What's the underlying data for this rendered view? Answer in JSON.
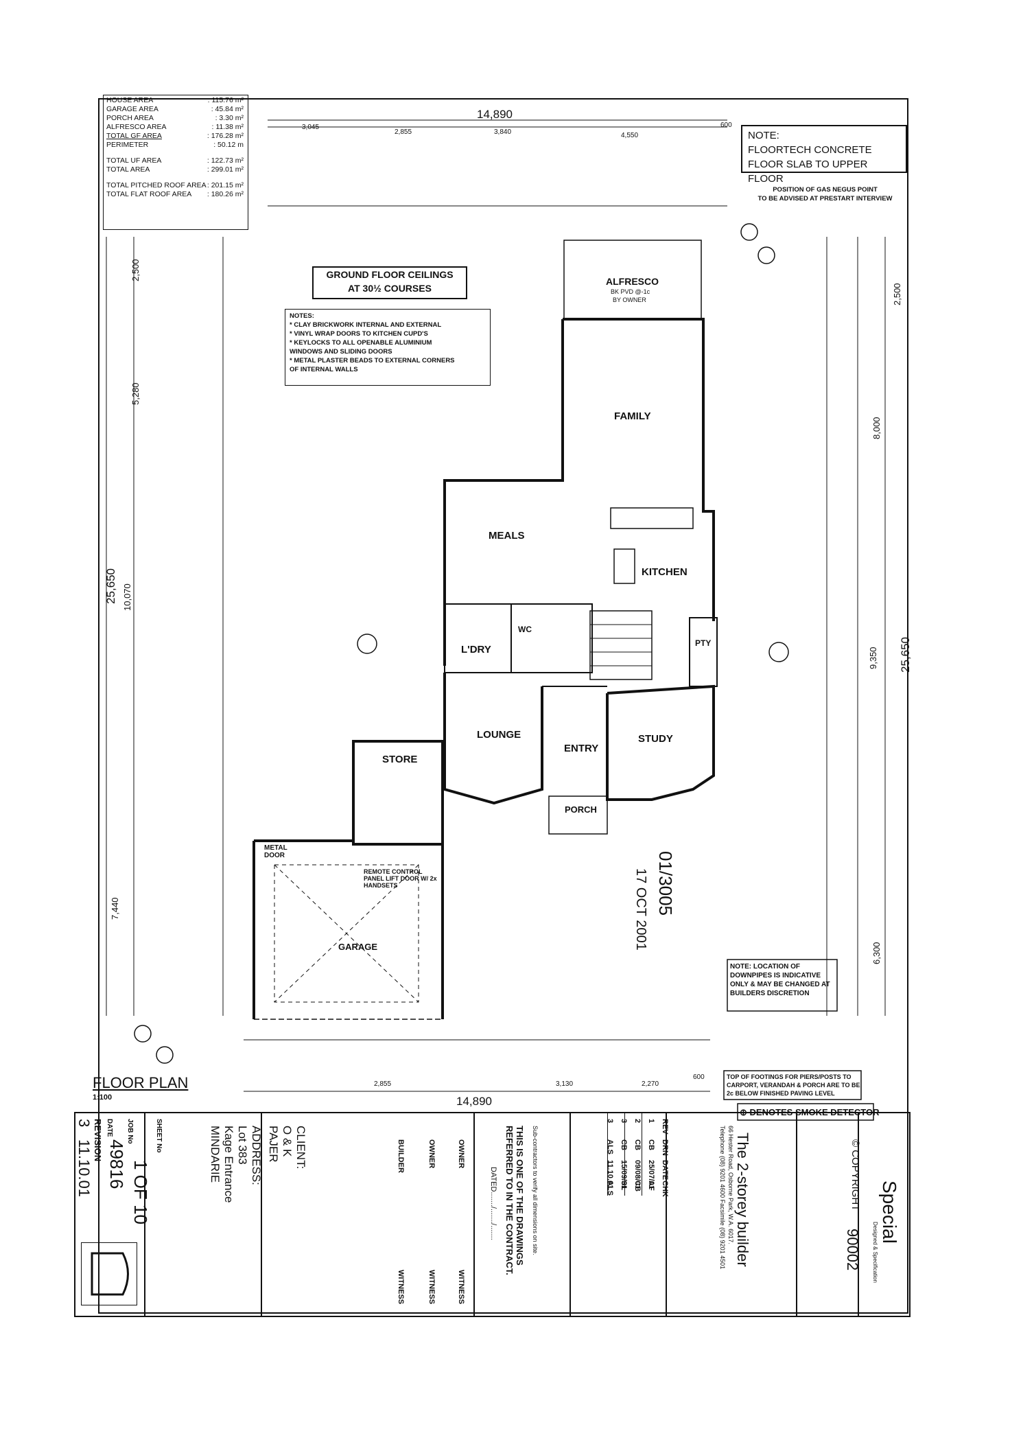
{
  "areas": [
    {
      "label": "HOUSE AREA",
      "value": "115.76 m²"
    },
    {
      "label": "GARAGE AREA",
      "value": "45.84 m²"
    },
    {
      "label": "PORCH AREA",
      "value": "3.30 m²"
    },
    {
      "label": "ALFRESCO AREA",
      "value": "11.38 m²"
    },
    {
      "label": "TOTAL GF AREA",
      "value": "176.28 m²"
    },
    {
      "label": "PERIMETER",
      "value": "50.12 m"
    },
    {
      "label": "TOTAL UF AREA",
      "value": "122.73 m²"
    },
    {
      "label": "TOTAL AREA",
      "value": "299.01 m²"
    },
    {
      "label": "TOTAL PITCHED ROOF AREA",
      "value": "201.15 m²"
    },
    {
      "label": "TOTAL FLAT ROOF AREA",
      "value": "180.26 m²"
    }
  ],
  "note_top": {
    "title": "NOTE:",
    "line1": "FLOORTECH CONCRETE",
    "line2": "FLOOR SLAB TO UPPER FLOOR"
  },
  "gas_note": {
    "line1": "POSITION OF GAS NEGUS POINT",
    "line2": "TO BE ADVISED AT PRESTART INTERVIEW"
  },
  "ceiling_note": {
    "line1": "GROUND FLOOR CEILINGS",
    "line2": "AT 30½ COURSES"
  },
  "notes": {
    "title": "NOTES:",
    "items": [
      "* CLAY BRICKWORK INTERNAL AND EXTERNAL",
      "* VINYL WRAP DOORS TO KITCHEN CUPD'S",
      "* KEYLOCKS TO ALL OPENABLE ALUMINIUM",
      "  WINDOWS AND SLIDING DOORS",
      "* METAL PLASTER BEADS TO EXTERNAL CORNERS",
      "  OF INTERNAL WALLS"
    ]
  },
  "rooms": {
    "alfresco": "ALFRESCO",
    "alfresco_sub1": "BK PVD @-1c",
    "alfresco_sub2": "BY OWNER",
    "family": "FAMILY",
    "meals": "MEALS",
    "kitchen": "KITCHEN",
    "ldry": "L'DRY",
    "wc": "WC",
    "pty": "PTY",
    "lounge": "LOUNGE",
    "entry": "ENTRY",
    "study": "STUDY",
    "store": "STORE",
    "porch": "PORCH",
    "garage": "GARAGE",
    "metal_door": "METAL DOOR",
    "remote": "REMOTE CONTROL PANEL LIFT DOOR W/ 2x HANDSETS"
  },
  "dims_top": {
    "overall": "14,890",
    "d1": "3,045",
    "d2": "2,855",
    "d3": "3,840",
    "d4": "4,550",
    "d5": "600",
    "bot_overall": "14,890",
    "b1": "2,855",
    "b2": "3,130",
    "b3": "2,270",
    "b4": "600"
  },
  "dims_side": {
    "left_overall": "25,650",
    "left_a": "10,070",
    "left_b": "7,440",
    "left_c": "5,280",
    "left_d": "2,500",
    "right_overall": "25,650",
    "right_a": "9,350",
    "right_b": "8,000",
    "right_c": "6,300",
    "right_d": "2,500"
  },
  "floor_plan": {
    "title": "FLOOR PLAN",
    "scale": "1:100"
  },
  "bottom_notes": {
    "downpipes": "NOTE: LOCATION OF DOWNPIPES IS INDICATIVE ONLY & MAY BE CHANGED AT BUILDERS DISCRETION",
    "footings": "TOP OF FOOTINGS FOR PIERS/POSTS TO CARPORT, VERANDAH & PORCH ARE TO BE 2c BELOW FINISHED PAVING LEVEL",
    "smoke": "DENOTES SMOKE DETECTOR"
  },
  "stamp": {
    "number": "01/3005",
    "date": "17 OCT 2001"
  },
  "title_block": {
    "sheet_label": "SHEET No",
    "sheet": "1 OF 10",
    "job_label": "JOB No",
    "job": "49816",
    "revision_label": "REVISION",
    "date_label": "DATE",
    "revision": "3",
    "rev_date": "11.10.01",
    "client_label": "CLIENT:",
    "client1": "O & K",
    "client2": "PAJER",
    "address_label": "ADDRESS:",
    "address1": "Lot 383",
    "address2": "Kage Entrance",
    "address3": "MINDARIE",
    "builder": "BUILDER",
    "owner": "OWNER",
    "owner2": "OWNER",
    "witness": "WITNESS",
    "contract1": "THIS IS ONE OF THE DRAWINGS",
    "contract2": "REFERRED TO IN THE CONTRACT.",
    "dated": "DATED......./......./.......",
    "subcontractors": "Sub-contractors to verify all dimensions on site.",
    "company": "The 2-storey builder",
    "company_addr": "66 Hester Road, Osborne Park, W.A. 6017.",
    "company_tel": "Telephone (08) 9201 4600 Facsimile (08) 9201 4501",
    "copyright": "© COPYRIGHT",
    "special": "Special",
    "special_sub": "Designed & Specification",
    "model": "90002",
    "rev_headers": [
      "REV",
      "DRN",
      "DATE",
      "CHK"
    ],
    "rev_rows": [
      [
        "1",
        "CB",
        "25/07/01",
        "AF"
      ],
      [
        "2",
        "CB",
        "09/08/01",
        "CB"
      ],
      [
        "3",
        "CB",
        "15/09/01",
        "SL"
      ],
      [
        "3",
        "ALS",
        "11.10.01",
        "ALS"
      ]
    ]
  }
}
